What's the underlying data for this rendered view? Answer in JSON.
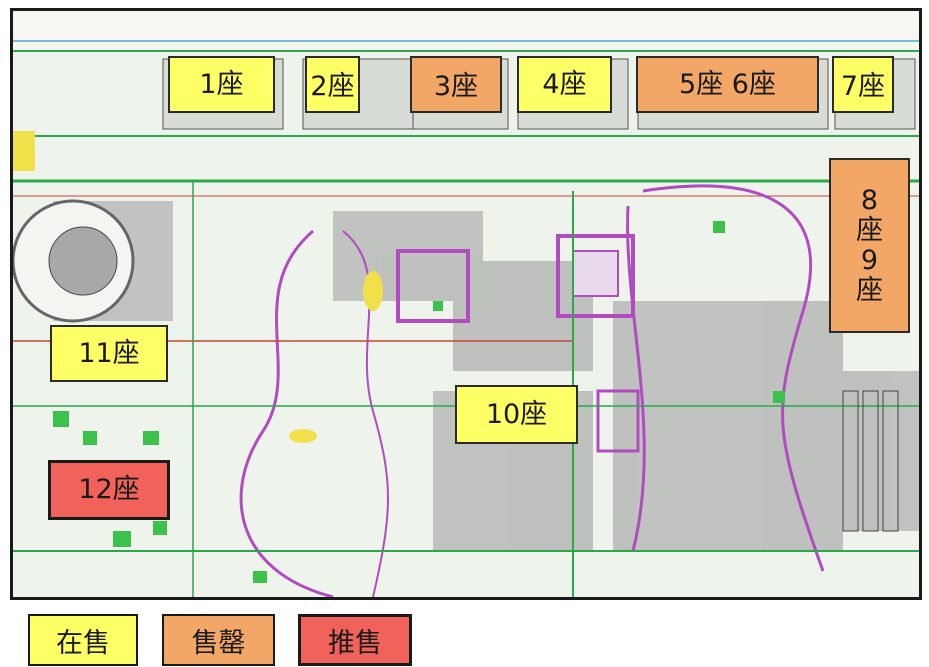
{
  "colors": {
    "on_sale": "#ffff66",
    "sold_out": "#f2a766",
    "promoted": "#f0625a"
  },
  "blocks": {
    "b1": "1座",
    "b2": "2座",
    "b3": "3座",
    "b4": "4座",
    "b56": "5座 6座",
    "b7": "7座",
    "b89": "8座9座",
    "b10": "10座",
    "b11": "11座",
    "b12": "12座"
  },
  "legend": {
    "on_sale": "在售",
    "sold_out": "售罄",
    "promoted": "推售"
  }
}
